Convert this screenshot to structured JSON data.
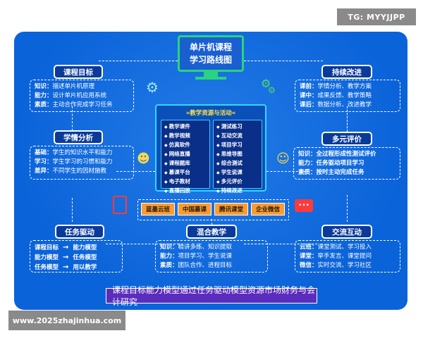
{
  "watermark_top": "TG: MYYJJPP",
  "watermark_bottom": "www.2025zhajinhua.com",
  "title": {
    "line1": "单片机课程",
    "line2": "学习路线图"
  },
  "center": {
    "heading": "»教学资源与活动«",
    "left_items": [
      "教学课件",
      "教学视频",
      "仿真软件",
      "网络直播",
      "课程题库",
      "慕课平台",
      "电子教材",
      "直播回放"
    ],
    "right_items": [
      "测试练习",
      "互动交流",
      "项目学习",
      "思维导图",
      "综合测试",
      "学生说课",
      "多元评价",
      "持续改进"
    ]
  },
  "platforms": [
    "蓝墨云班",
    "中国慕课",
    "腾讯课堂",
    "企业微信"
  ],
  "nodes": {
    "course_goal": {
      "label": "课程目标",
      "rows": [
        {
          "k": "知识：",
          "v": "描述单片机原理"
        },
        {
          "k": "能力：",
          "v": "设计单片机应用系统"
        },
        {
          "k": "素质：",
          "v": "主动合作完成学习任务"
        }
      ]
    },
    "learning_analysis": {
      "label": "学情分析",
      "rows": [
        {
          "k": "基础：",
          "v": "学生的知识水平和能力"
        },
        {
          "k": "学习：",
          "v": "学生学习的习惯和能力"
        },
        {
          "k": "差异：",
          "v": "不同学生的因材施教"
        }
      ]
    },
    "task_driven": {
      "label": "任务驱动",
      "rows": [
        {
          "k": "课程目标",
          "v": "能力模型"
        },
        {
          "k": "能力模型",
          "v": "任务模型"
        },
        {
          "k": "任务模型",
          "v": "用以教学"
        }
      ]
    },
    "blended": {
      "label": "混合教学",
      "rows": [
        {
          "k": "知识：",
          "v": "精讲多练、知识提取"
        },
        {
          "k": "能力：",
          "v": "项目学习、学生说课"
        },
        {
          "k": "素质：",
          "v": "团队合作、进程目标"
        }
      ]
    },
    "interaction": {
      "label": "交流互动",
      "rows": [
        {
          "k": "云班：",
          "v": "课堂测试、学习投入"
        },
        {
          "k": "课堂：",
          "v": "举手发言、课堂提问"
        },
        {
          "k": "微信：",
          "v": "实时交流、学习社区"
        }
      ]
    },
    "evaluation": {
      "label": "多元评价",
      "rows": [
        {
          "k": "知识：",
          "v": "全过程形成性测试评价"
        },
        {
          "k": "能力：",
          "v": "任务驱动项目学习"
        },
        {
          "k": "素质：",
          "v": "按时主动完成任务"
        }
      ]
    },
    "improvement": {
      "label": "持续改进",
      "rows": [
        {
          "k": "课前：",
          "v": "学情分析、教学方案"
        },
        {
          "k": "课中：",
          "v": "成果反馈、教学策略"
        },
        {
          "k": "课后：",
          "v": "数据分析、改进教学"
        }
      ]
    }
  },
  "banner": "课程目标能力模型通过任务驱动模型资源市场财务与会计研究"
}
